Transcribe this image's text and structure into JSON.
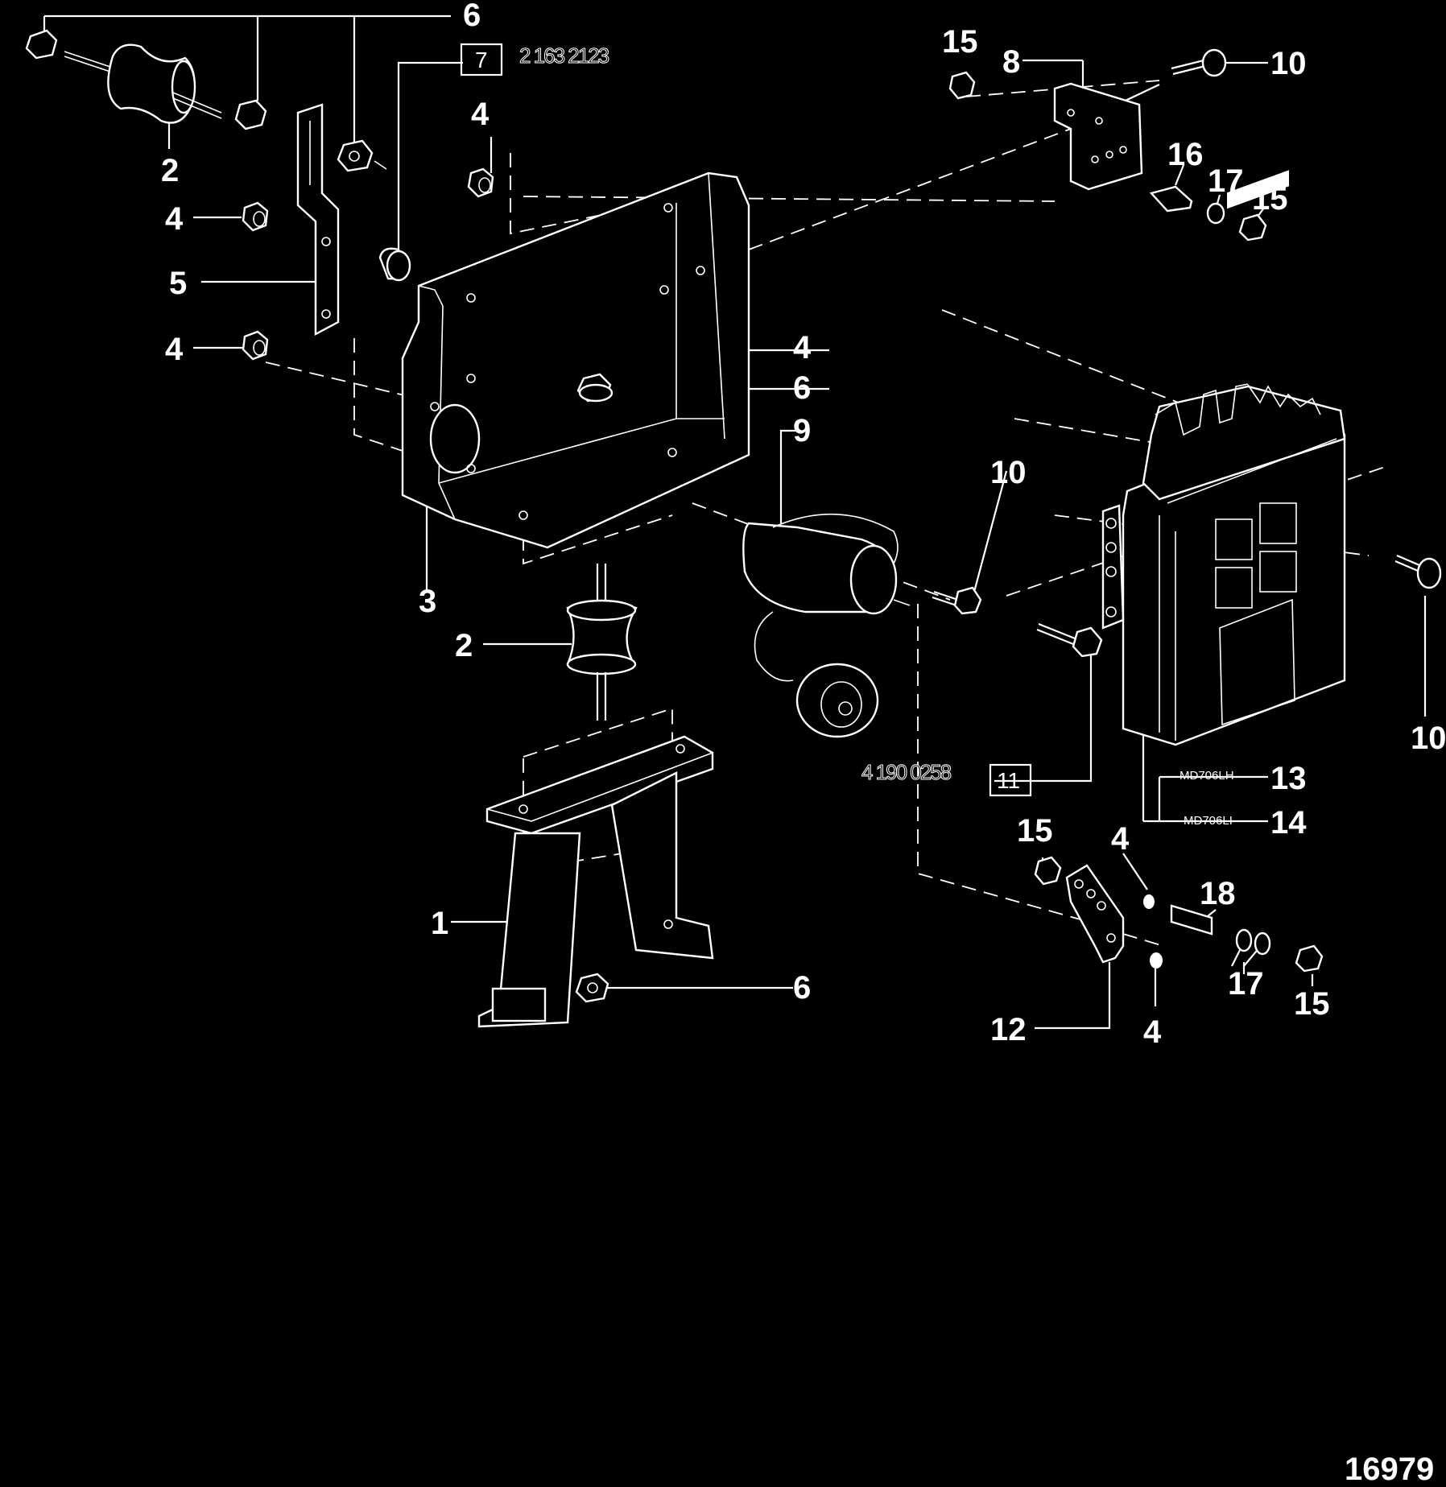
{
  "callouts": [
    {
      "id": "c6a",
      "text": "6"
    },
    {
      "id": "c7",
      "text": "7"
    },
    {
      "id": "c2a",
      "text": "2"
    },
    {
      "id": "c4a",
      "text": "4"
    },
    {
      "id": "c4b",
      "text": "4"
    },
    {
      "id": "c5",
      "text": "5"
    },
    {
      "id": "c4c",
      "text": "4"
    },
    {
      "id": "c4d",
      "text": "4"
    },
    {
      "id": "c6b",
      "text": "6"
    },
    {
      "id": "c9",
      "text": "9"
    },
    {
      "id": "c3",
      "text": "3"
    },
    {
      "id": "c2b",
      "text": "2"
    },
    {
      "id": "c1",
      "text": "1"
    },
    {
      "id": "c6c",
      "text": "6"
    },
    {
      "id": "c15a",
      "text": "15"
    },
    {
      "id": "c8",
      "text": "8"
    },
    {
      "id": "c10a",
      "text": "10"
    },
    {
      "id": "c16",
      "text": "16"
    },
    {
      "id": "c17a",
      "text": "17"
    },
    {
      "id": "c15b",
      "text": "15"
    },
    {
      "id": "c10b",
      "text": "10"
    },
    {
      "id": "c10c",
      "text": "10"
    },
    {
      "id": "c11",
      "text": "11"
    },
    {
      "id": "c13",
      "text": "13"
    },
    {
      "id": "c14",
      "text": "14"
    },
    {
      "id": "c15c",
      "text": "15"
    },
    {
      "id": "c4e",
      "text": "4"
    },
    {
      "id": "c18",
      "text": "18"
    },
    {
      "id": "c17b",
      "text": "17"
    },
    {
      "id": "c15d",
      "text": "15"
    },
    {
      "id": "c12",
      "text": "12"
    },
    {
      "id": "c4f",
      "text": "4"
    }
  ],
  "part_numbers": {
    "kit_7": "2 163 2123",
    "kit_11": "4 190 0258"
  },
  "model_labels": {
    "m13": "MD706LH",
    "m14": "MD706LI"
  },
  "figure_number": "16979"
}
